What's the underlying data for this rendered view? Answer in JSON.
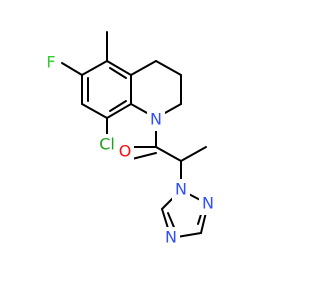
{
  "molecule": {
    "atoms": {
      "f": {
        "label": "F",
        "color": "#33cc33"
      },
      "cl": {
        "label": "Cl",
        "color": "#1fa01f"
      },
      "n_amide": {
        "label": "N",
        "color": "#3050f8"
      },
      "o": {
        "label": "O",
        "color": "#ff0d0d"
      },
      "n_triazole_1": {
        "label": "N",
        "color": "#3050f8"
      },
      "n_triazole_2": {
        "label": "N",
        "color": "#3050f8"
      },
      "n_triazole_4": {
        "label": "N",
        "color": "#3050f8"
      }
    },
    "bond_color": "#000000"
  }
}
